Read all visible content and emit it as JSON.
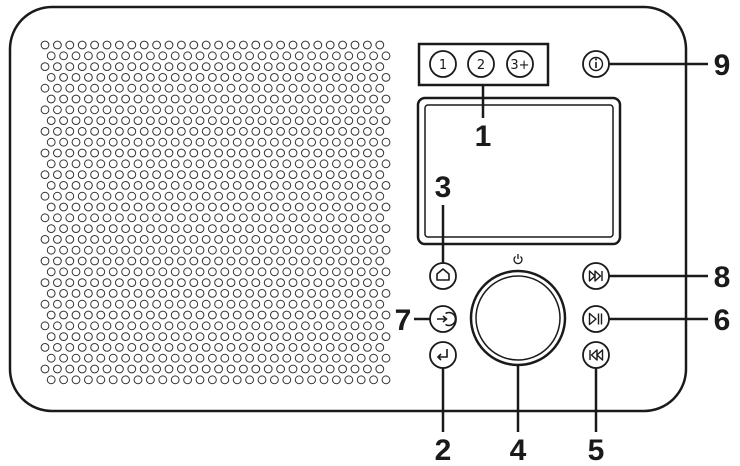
{
  "preset_buttons": [
    {
      "label": "1"
    },
    {
      "label": "2"
    },
    {
      "label": "3+"
    }
  ],
  "callouts": {
    "c1": "1",
    "c2": "2",
    "c3": "3",
    "c4": "4",
    "c5": "5",
    "c6": "6",
    "c7": "7",
    "c8": "8",
    "c9": "9"
  },
  "icons": {
    "info": "info-icon",
    "home": "home-icon",
    "source": "source-input-icon",
    "back": "back-return-icon",
    "power": "power-icon",
    "next": "skip-forward-icon",
    "play_pause": "play-pause-icon",
    "previous": "skip-back-icon"
  },
  "colors": {
    "line": "#1a1a1a",
    "background": "#ffffff"
  }
}
